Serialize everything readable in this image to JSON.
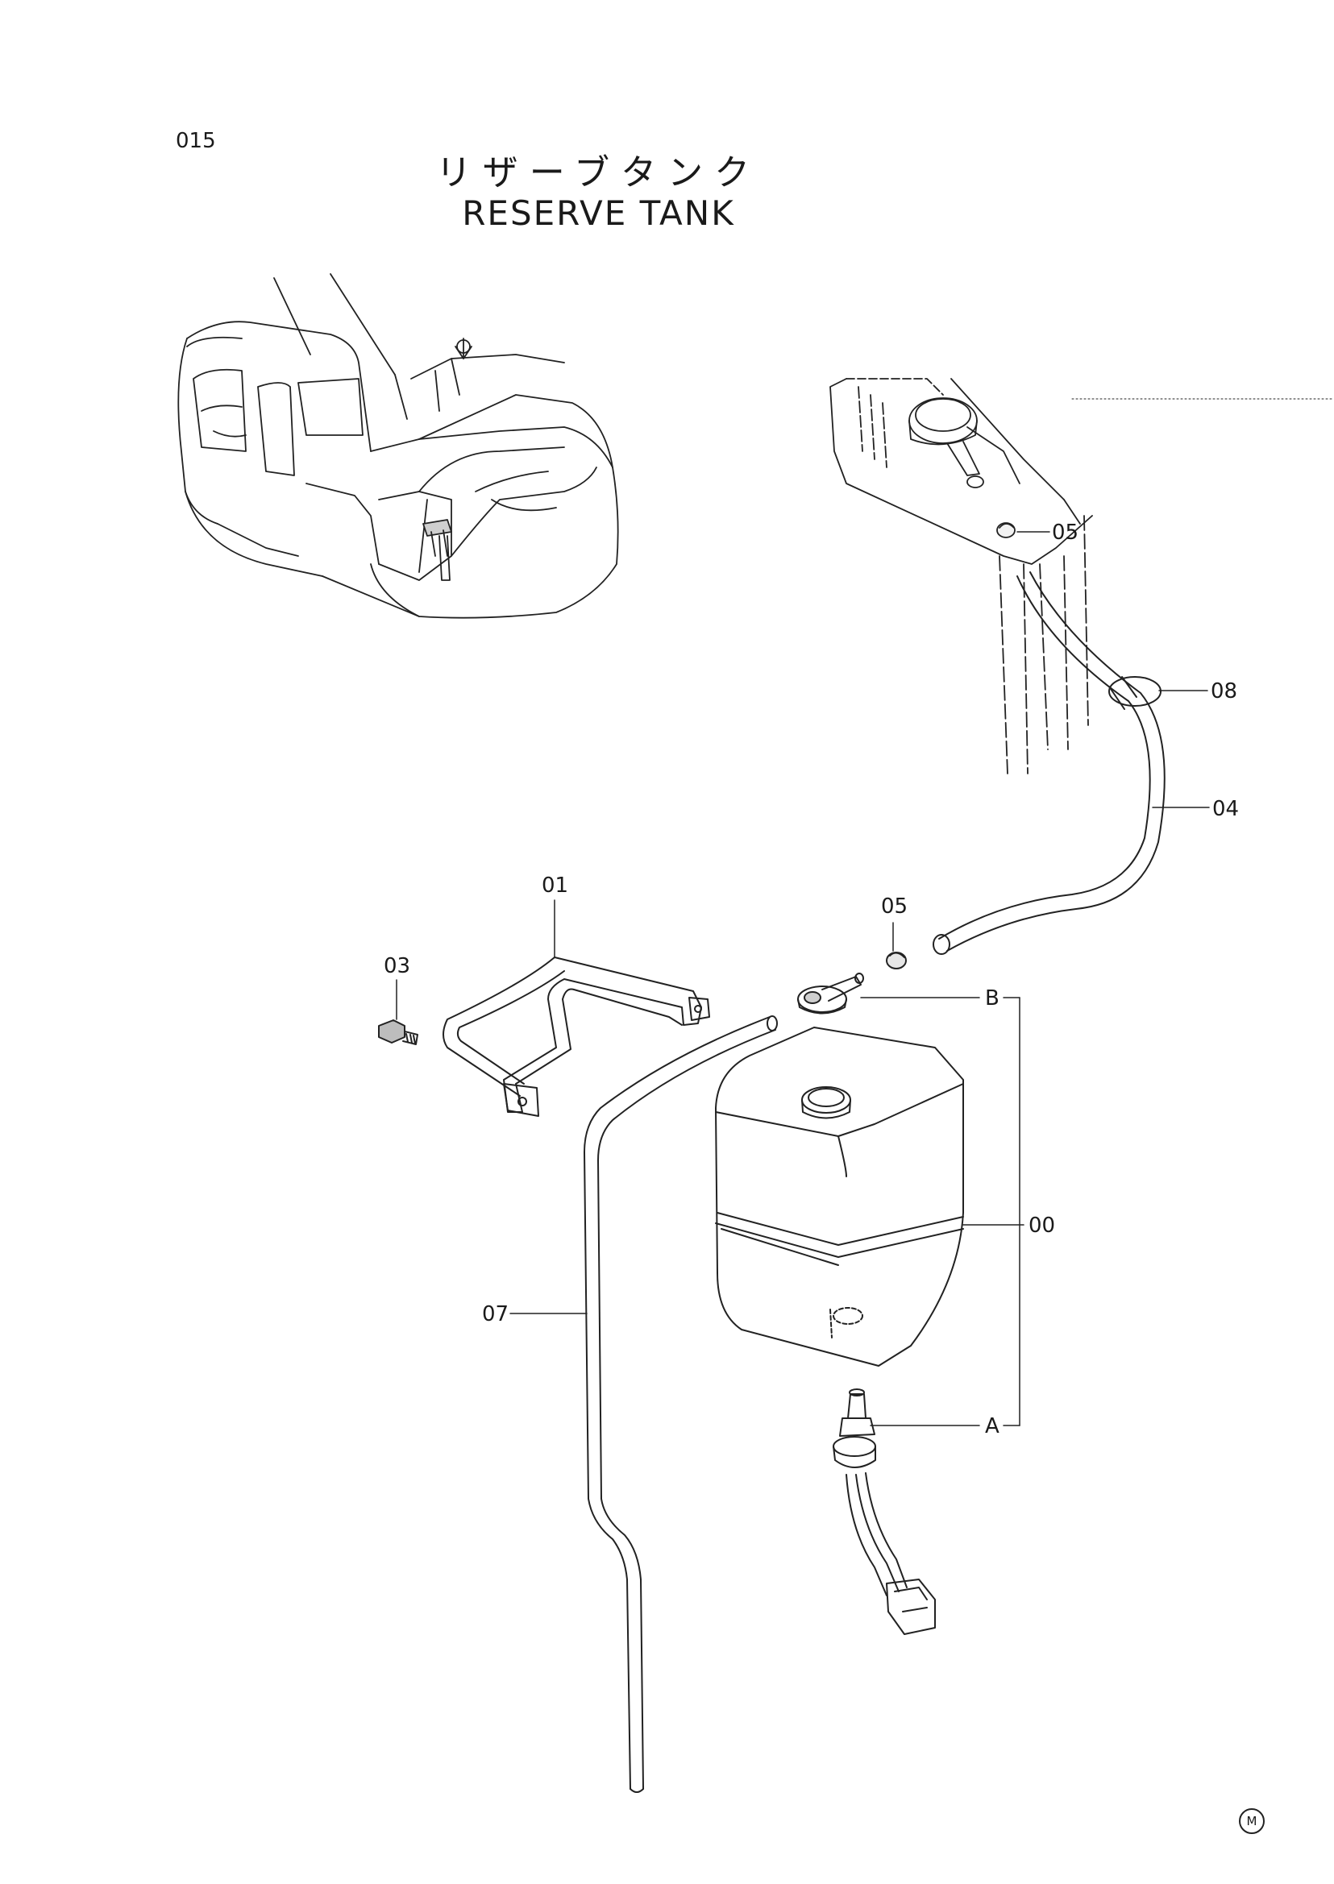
{
  "page": {
    "number": "015"
  },
  "title": {
    "jp": "リザーブタンク",
    "en": "RESERVE TANK"
  },
  "callouts": {
    "c00": "00",
    "c01": "01",
    "c03": "03",
    "c04": "04",
    "c05_upper": "05",
    "c05_lower": "05",
    "c07": "07",
    "c08": "08",
    "cA": "A",
    "cB": "B"
  },
  "mark": "M"
}
